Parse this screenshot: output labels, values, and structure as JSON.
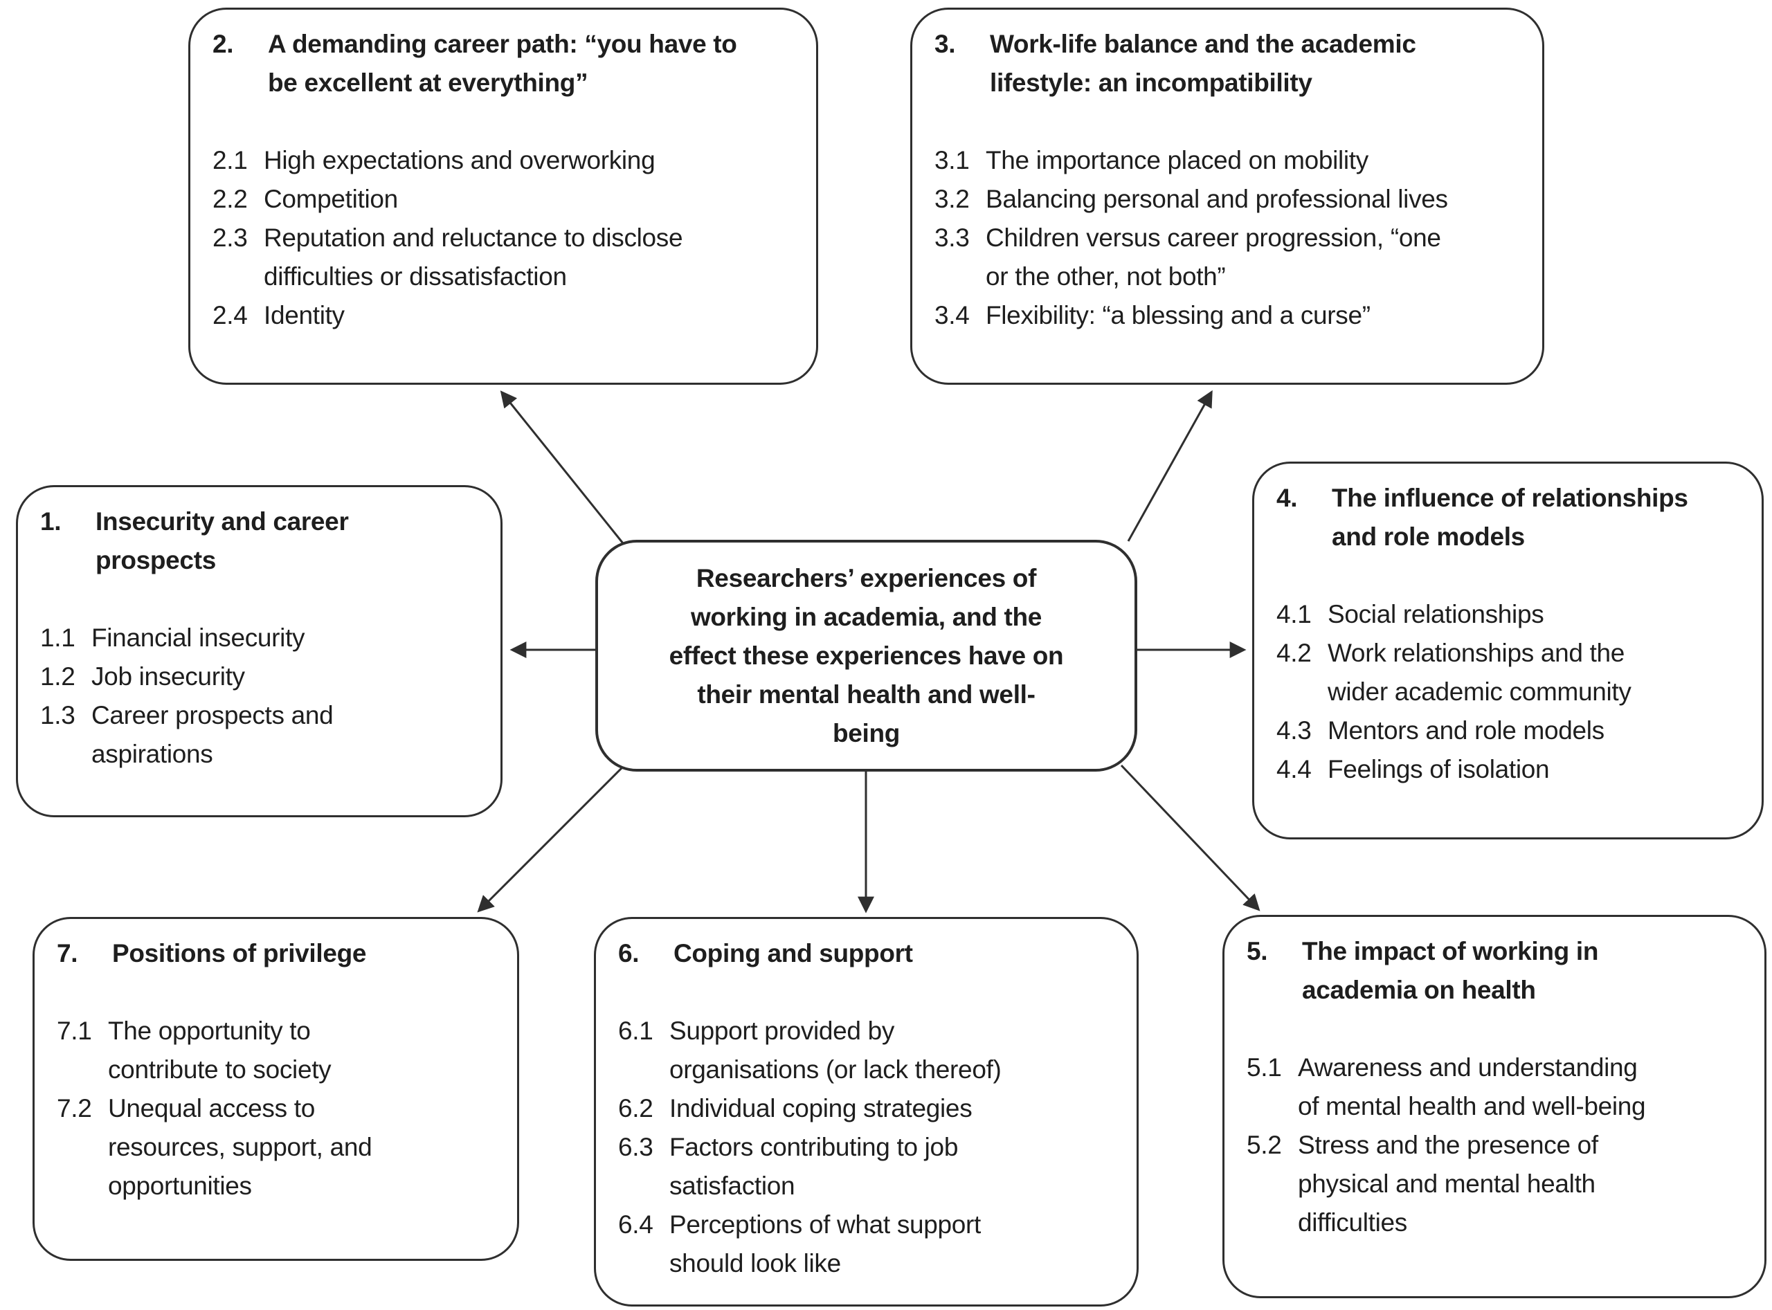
{
  "figure": {
    "background_color": "#ffffff",
    "line_color": "#2f2f2f"
  },
  "center": {
    "text": "Researchers’ experiences of\nworking in academia, and the\neffect these experiences have on\ntheir mental health and well-\nbeing"
  },
  "themes": [
    {
      "number": "1.",
      "title": "Insecurity and career\nprospects",
      "items": [
        {
          "number": "1.1",
          "text": "Financial insecurity"
        },
        {
          "number": "1.2",
          "text": "Job insecurity"
        },
        {
          "number": "1.3",
          "text": "Career prospects and\naspirations"
        }
      ]
    },
    {
      "number": "2.",
      "title": "A demanding career path: “you have to\nbe excellent at everything”",
      "items": [
        {
          "number": "2.1",
          "text": "High expectations and overworking"
        },
        {
          "number": "2.2",
          "text": "Competition"
        },
        {
          "number": "2.3",
          "text": "Reputation and reluctance to disclose\ndifficulties or dissatisfaction"
        },
        {
          "number": "2.4",
          "text": "Identity"
        }
      ]
    },
    {
      "number": "3.",
      "title": "Work-life balance and the academic\nlifestyle: an incompatibility",
      "items": [
        {
          "number": "3.1",
          "text": "The importance placed on mobility"
        },
        {
          "number": "3.2",
          "text": "Balancing personal and professional lives"
        },
        {
          "number": "3.3",
          "text": "Children versus career progression, “one\nor the other, not both”"
        },
        {
          "number": "3.4",
          "text": "Flexibility: “a blessing and a curse”"
        }
      ]
    },
    {
      "number": "4.",
      "title": "The influence of relationships\nand role models",
      "items": [
        {
          "number": "4.1",
          "text": "Social relationships"
        },
        {
          "number": "4.2",
          "text": "Work relationships and the\nwider academic community"
        },
        {
          "number": "4.3",
          "text": "Mentors and role models"
        },
        {
          "number": "4.4",
          "text": "Feelings of isolation"
        }
      ]
    },
    {
      "number": "5.",
      "title": "The impact of working in\nacademia on health",
      "items": [
        {
          "number": "5.1",
          "text": "Awareness and understanding\nof mental health and well-being"
        },
        {
          "number": "5.2",
          "text": "Stress and the presence of\nphysical and mental health\ndifficulties"
        }
      ]
    },
    {
      "number": "6.",
      "title": "Coping and support",
      "items": [
        {
          "number": "6.1",
          "text": "Support provided by\norganisations (or lack thereof)"
        },
        {
          "number": "6.2",
          "text": "Individual coping strategies"
        },
        {
          "number": "6.3",
          "text": "Factors contributing to job\nsatisfaction"
        },
        {
          "number": "6.4",
          "text": "Perceptions of what support\nshould look like"
        }
      ]
    },
    {
      "number": "7.",
      "title": "Positions of privilege",
      "items": [
        {
          "number": "7.1",
          "text": "The opportunity to\ncontribute to society"
        },
        {
          "number": "7.2",
          "text": "Unequal access to\nresources, support, and\nopportunities"
        }
      ]
    }
  ]
}
